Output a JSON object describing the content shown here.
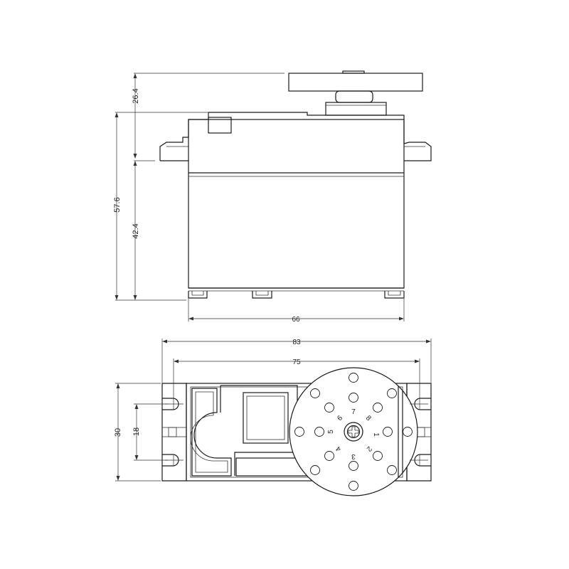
{
  "dimensions": {
    "horn_height": "26.4",
    "total_height": "57.6",
    "body_height": "42.4",
    "body_width": "66",
    "overall_length": "83",
    "mount_spacing": "75",
    "width": "30",
    "mount_hole_spacing": "18"
  },
  "horn_hole_numbers": [
    "1",
    "2",
    "3",
    "4",
    "5",
    "6",
    "7",
    "8"
  ]
}
